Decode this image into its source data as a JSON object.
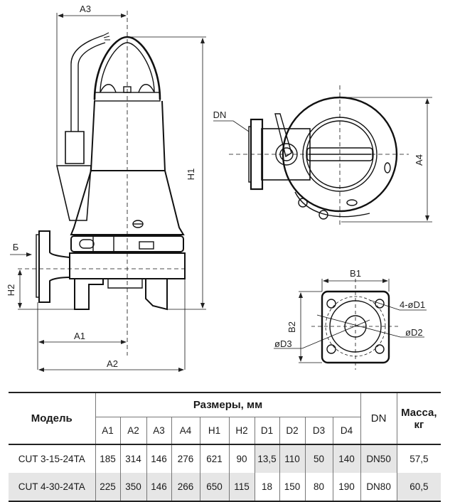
{
  "drawing": {
    "side_view_labels": {
      "a3": "A3",
      "h1": "H1",
      "b_arrow": "Б",
      "h2": "H2",
      "a1": "A1",
      "a2": "A2"
    },
    "top_view_labels": {
      "dn": "DN",
      "a4": "A4"
    },
    "flange_view_labels": {
      "b1": "B1",
      "b2": "B2",
      "d1": "4-øD1",
      "d2": "øD2",
      "d3": "øD3"
    }
  },
  "table": {
    "header": {
      "model": "Модель",
      "dimensions_group": "Размеры, мм",
      "dn": "DN",
      "mass": "Масса, кг"
    },
    "dimension_columns": [
      "A1",
      "A2",
      "A3",
      "A4",
      "H1",
      "H2",
      "D1",
      "D2",
      "D3",
      "D4"
    ],
    "rows": [
      {
        "model": "CUT 3-15-24TA",
        "values": [
          "185",
          "314",
          "146",
          "276",
          "621",
          "90",
          "13,5",
          "110",
          "50",
          "140"
        ],
        "dn": "DN50",
        "mass": "57,5"
      },
      {
        "model": "CUT 4-30-24TA",
        "values": [
          "225",
          "350",
          "146",
          "266",
          "650",
          "115",
          "18",
          "150",
          "80",
          "190"
        ],
        "dn": "DN80",
        "mass": "60,5"
      }
    ]
  }
}
